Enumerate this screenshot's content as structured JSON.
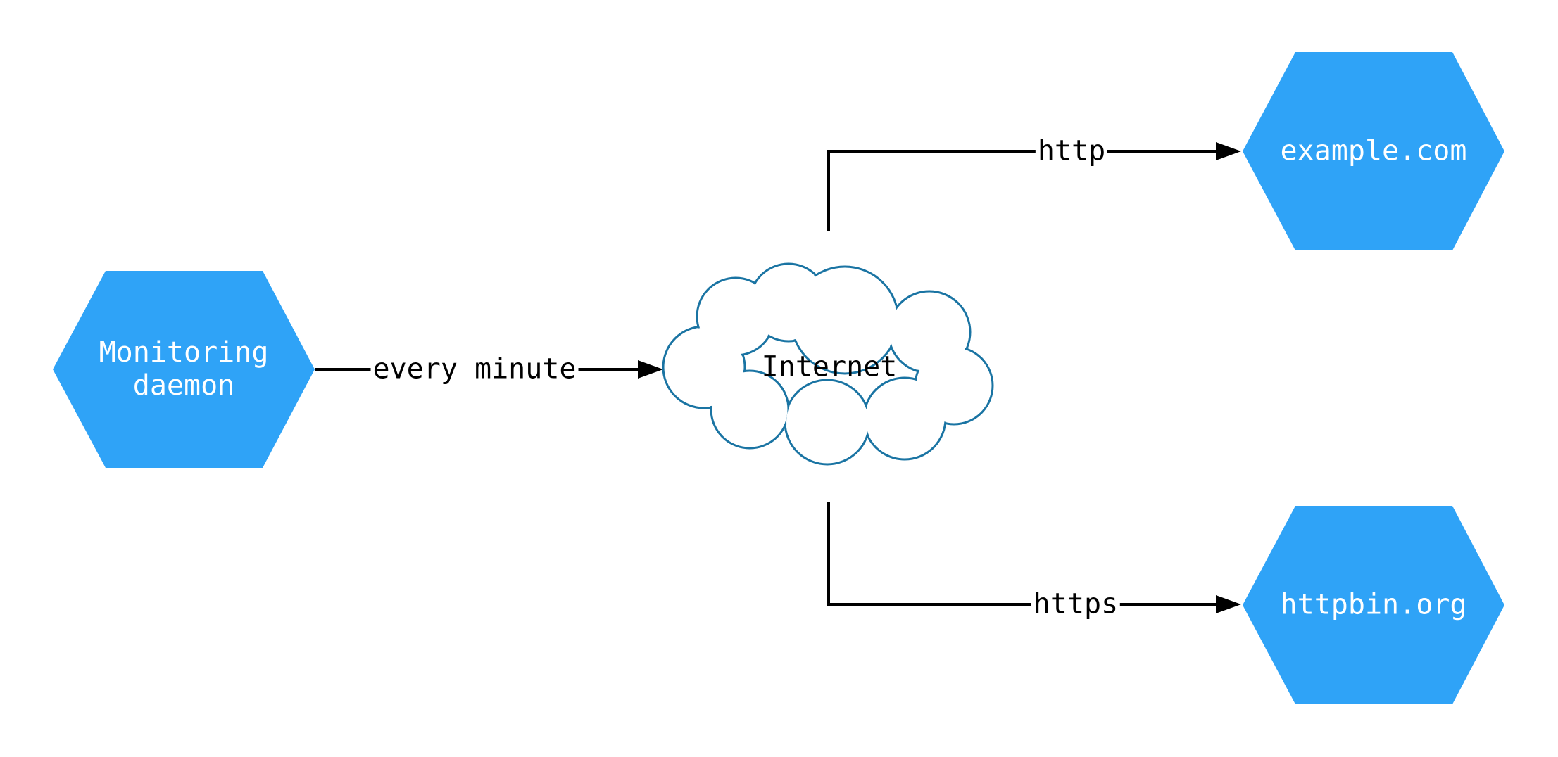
{
  "diagram": {
    "title": "monitoring-architecture-diagram",
    "nodes": {
      "monitoring_daemon": {
        "label": "Monitoring\ndaemon",
        "shape": "hexagon"
      },
      "internet": {
        "label": "Internet",
        "shape": "cloud"
      },
      "example_com": {
        "label": "example.com",
        "shape": "hexagon"
      },
      "httpbin_org": {
        "label": "httpbin.org",
        "shape": "hexagon"
      }
    },
    "edges": [
      {
        "from": "monitoring_daemon",
        "to": "internet",
        "label": "every minute"
      },
      {
        "from": "internet",
        "to": "example_com",
        "label": "http"
      },
      {
        "from": "internet",
        "to": "httpbin_org",
        "label": "https"
      }
    ],
    "colors": {
      "hexagon_fill": "#2fa3f7",
      "hexagon_text": "#ffffff",
      "cloud_stroke": "#1a74a3",
      "cloud_fill": "#ffffff",
      "edge_stroke": "#000000",
      "edge_text": "#000000",
      "background": "#ffffff"
    }
  }
}
